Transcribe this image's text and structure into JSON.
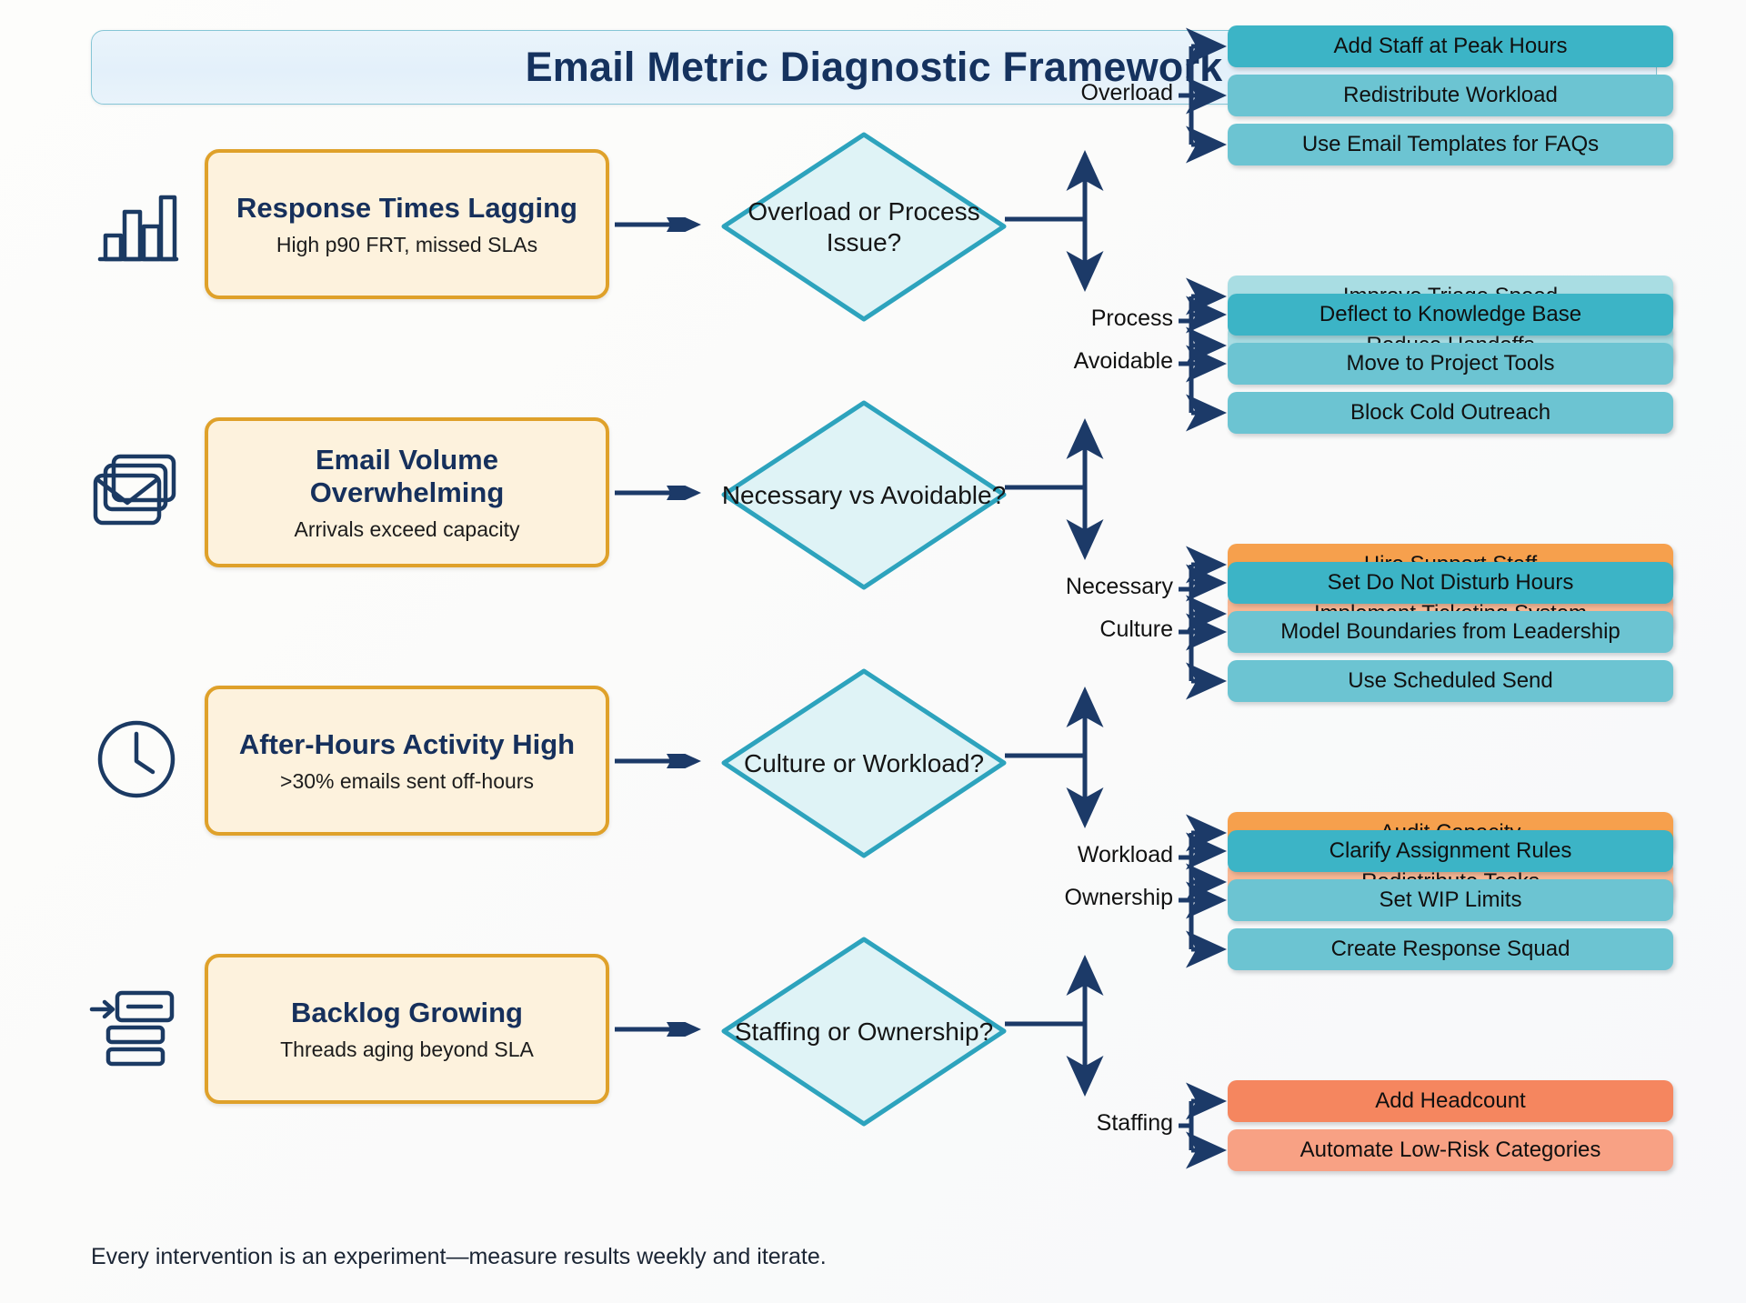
{
  "header": {
    "title": "Email Metric Diagnostic Framework"
  },
  "footer": {
    "note": "Every intervention is an experiment—measure results weekly and iterate."
  },
  "colors": {
    "card_border": "#dfa12a",
    "card_fill": "#fdf2dd",
    "diamond_border": "#2da3bd",
    "diamond_fill": "#dff3f6",
    "connector": "#1c3a68",
    "title_text": "#15325e",
    "teal_dark": "#3cb4c6",
    "teal_mid": "#6cc4d2",
    "teal_light": "#a9dde3",
    "orange_dark": "#f6a04d",
    "orange_light": "#fab894",
    "coral_dark": "#f5865f",
    "coral_light": "#f8a184"
  },
  "rows": [
    {
      "icon": "bar-chart-icon",
      "problem": {
        "title": "Response Times Lagging",
        "subtitle": "High p90 FRT, missed SLAs"
      },
      "decision": "Overload or Process Issue?",
      "branches": [
        {
          "label": "Overload",
          "direction": "up",
          "actions": [
            {
              "label": "Add Staff at Peak Hours",
              "color": "#3cb4c6"
            },
            {
              "label": "Redistribute Workload",
              "color": "#6cc4d2"
            },
            {
              "label": "Use Email Templates for FAQs",
              "color": "#6cc4d2"
            }
          ]
        },
        {
          "label": "Process",
          "direction": "down",
          "actions": [
            {
              "label": "Improve Triage Speed",
              "color": "#a9dde3"
            },
            {
              "label": "Reduce Handoffs",
              "color": "#a9dde3"
            }
          ]
        }
      ]
    },
    {
      "icon": "emails-stack-icon",
      "problem": {
        "title": "Email Volume Overwhelming",
        "subtitle": "Arrivals exceed capacity"
      },
      "decision": "Necessary vs Avoidable?",
      "branches": [
        {
          "label": "Avoidable",
          "direction": "up",
          "actions": [
            {
              "label": "Deflect to Knowledge Base",
              "color": "#3cb4c6"
            },
            {
              "label": "Move to Project Tools",
              "color": "#6cc4d2"
            },
            {
              "label": "Block Cold Outreach",
              "color": "#6cc4d2"
            }
          ]
        },
        {
          "label": "Necessary",
          "direction": "down",
          "actions": [
            {
              "label": "Hire Support Staff",
              "color": "#f6a04d"
            },
            {
              "label": "Implement Ticketing System",
              "color": "#fab894"
            }
          ]
        }
      ]
    },
    {
      "icon": "clock-icon",
      "problem": {
        "title": "After-Hours Activity High",
        "subtitle": ">30% emails sent off-hours"
      },
      "decision": "Culture or Workload?",
      "branches": [
        {
          "label": "Culture",
          "direction": "up",
          "actions": [
            {
              "label": "Set Do Not Disturb Hours",
              "color": "#3cb4c6"
            },
            {
              "label": "Model Boundaries from Leadership",
              "color": "#6cc4d2"
            },
            {
              "label": "Use Scheduled Send",
              "color": "#6cc4d2"
            }
          ]
        },
        {
          "label": "Workload",
          "direction": "down",
          "actions": [
            {
              "label": "Audit Capacity",
              "color": "#f6a04d"
            },
            {
              "label": "Redistribute Tasks",
              "color": "#fab894"
            }
          ]
        }
      ]
    },
    {
      "icon": "backlog-queue-icon",
      "problem": {
        "title": "Backlog Growing",
        "subtitle": "Threads aging beyond SLA"
      },
      "decision": "Staffing or Ownership?",
      "branches": [
        {
          "label": "Ownership",
          "direction": "up",
          "actions": [
            {
              "label": "Clarify Assignment Rules",
              "color": "#3cb4c6"
            },
            {
              "label": "Set WIP Limits",
              "color": "#6cc4d2"
            },
            {
              "label": "Create Response Squad",
              "color": "#6cc4d2"
            }
          ]
        },
        {
          "label": "Staffing",
          "direction": "down",
          "actions": [
            {
              "label": "Add Headcount",
              "color": "#f5865f"
            },
            {
              "label": "Automate Low-Risk Categories",
              "color": "#f8a184"
            }
          ]
        }
      ]
    }
  ]
}
